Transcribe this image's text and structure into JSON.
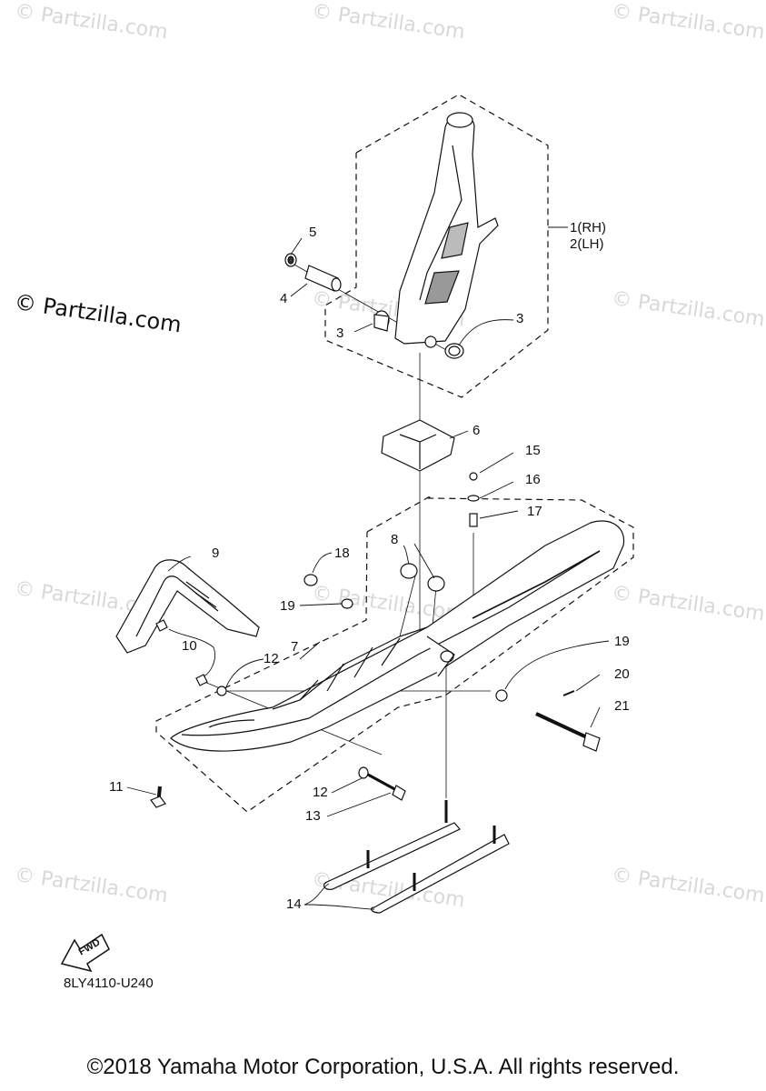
{
  "watermark": {
    "text": "© Partzilla.com",
    "main_text": "© Partzilla.com"
  },
  "callouts": {
    "c1": "1(RH)",
    "c2": "2(LH)",
    "c3a": "3",
    "c3b": "3",
    "c4": "4",
    "c5": "5",
    "c6": "6",
    "c7": "7",
    "c8": "8",
    "c9": "9",
    "c10": "10",
    "c11": "11",
    "c12a": "12",
    "c12b": "12",
    "c13": "13",
    "c14": "14",
    "c15": "15",
    "c16": "16",
    "c17": "17",
    "c18": "18",
    "c19a": "19",
    "c19b": "19",
    "c20": "20",
    "c21": "21"
  },
  "fwd_label": "FWD",
  "diagram_code": "8LY4110-U240",
  "copyright": "©2018 Yamaha Motor Corporation, U.S.A. All rights reserved."
}
